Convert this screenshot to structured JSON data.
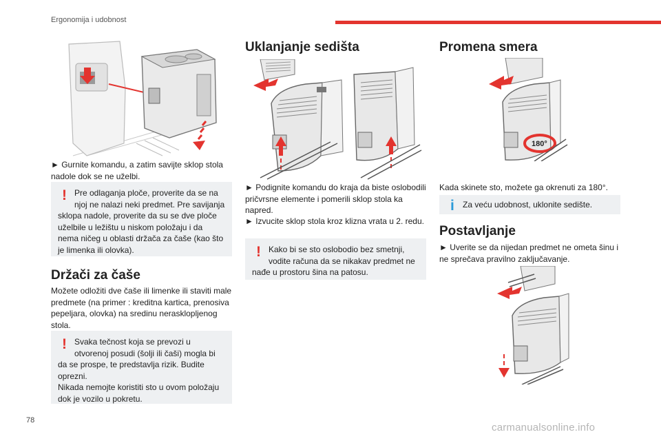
{
  "header": {
    "title": "Ergonomija i udobnost",
    "accent_color": "#e3342f"
  },
  "page_number": "78",
  "watermark": "carmanualsonline.info",
  "col1": {
    "step1": "► Gurnite komandu, a zatim savijte sklop stola nadole dok se ne uželbi.",
    "warning1": "Pre odlaganja ploče, proverite da se na njoj ne nalazi neki predmet. Pre savijanja sklopa nadole, proverite da su se dve ploče uželbile u ležištu u niskom položaju i da nema ničeg u oblasti držača za čaše (kao što je limenka ili olovka).",
    "heading": "Držači za čaše",
    "body": "Možete odložiti dve čaše ili limenke ili staviti male predmete (na primer : kreditna kartica, prenosiva pepeljara, olovka) na sredinu nerasklopljenog stola.",
    "warning2_line1": "Svaka tečnost koja se prevozi u otvorenoj posudi (šolji ili čaši) mogla bi da se prospe, te predstavlja rizik. Budite oprezni.",
    "warning2_line2": "Nikada nemojte koristiti sto u ovom položaju dok je vozilo u pokretu."
  },
  "col2": {
    "heading": "Uklanjanje sedišta",
    "step1": "► Podignite komandu do kraja da biste oslobodili pričvrsne elemente i pomerili sklop stola ka napred.",
    "step2": "► Izvucite sklop stola kroz klizna vrata u 2. redu.",
    "warning": "Kako bi se sto oslobodio bez smetnji, vodite računa da se nikakav predmet ne nađe u prostoru šina na patosu."
  },
  "col3": {
    "heading1": "Promena smera",
    "rotate_label": "180°",
    "body": "Kada skinete sto, možete ga okrenuti za 180°.",
    "info": "Za veću udobnost, uklonite sedište.",
    "heading2": "Postavljanje",
    "step1": "► Uverite se da nijedan predmet ne ometa šinu i ne sprečava pravilno zaključavanje."
  },
  "icons": {
    "warning": "exclamation-warning-icon",
    "info": "info-icon",
    "warning_mark": "!",
    "info_mark": "i"
  }
}
